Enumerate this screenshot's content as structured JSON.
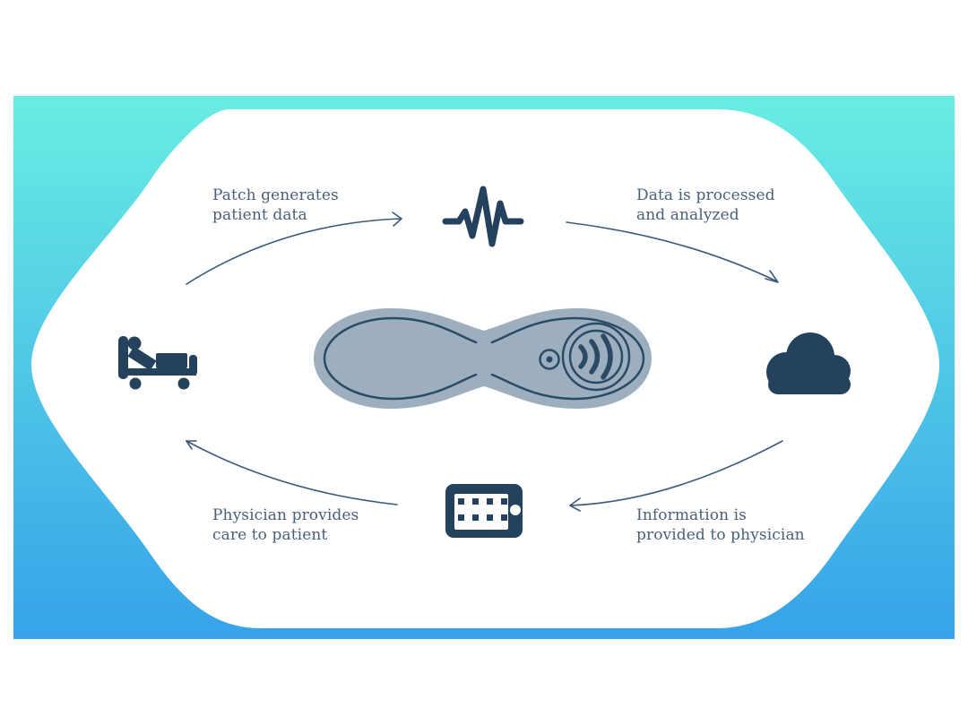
{
  "colors": {
    "gradient_top": "#68EDE3",
    "gradient_bottom": "#37A2E9",
    "panel_white": "#FFFFFF",
    "icon_navy": "#24425E",
    "patch_gray": "#9DAEBF",
    "patch_line_navy": "#2B4A66",
    "arrow_navy": "#3C5A7A",
    "label_text": "#4A6078"
  },
  "diagram": {
    "steps": {
      "patch_generates": {
        "line1": "Patch generates",
        "line2": "patient data"
      },
      "data_processed": {
        "line1": "Data is processed",
        "line2": "and analyzed"
      },
      "information_provided": {
        "line1": "Information is",
        "line2": "provided to physician"
      },
      "physician_care": {
        "line1": "Physician provides",
        "line2": "care to patient"
      }
    },
    "nodes": {
      "top": "heartbeat-icon",
      "right": "cloud-icon",
      "bottom": "tablet-icon",
      "left": "patient-bed-icon",
      "center": "patch-device"
    }
  }
}
